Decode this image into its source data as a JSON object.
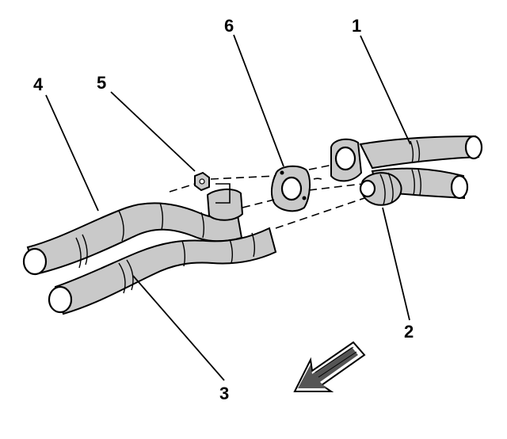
{
  "diagram": {
    "callouts": [
      {
        "id": "1",
        "label": "1"
      },
      {
        "id": "2",
        "label": "2"
      },
      {
        "id": "3",
        "label": "3"
      },
      {
        "id": "4",
        "label": "4"
      },
      {
        "id": "5",
        "label": "5"
      },
      {
        "id": "6",
        "label": "6"
      }
    ],
    "colors": {
      "ink": "#000000",
      "pipe_shade": "#c9c9c9",
      "background": "#ffffff"
    },
    "icons": {
      "direction": "front-direction-arrow-icon"
    }
  }
}
